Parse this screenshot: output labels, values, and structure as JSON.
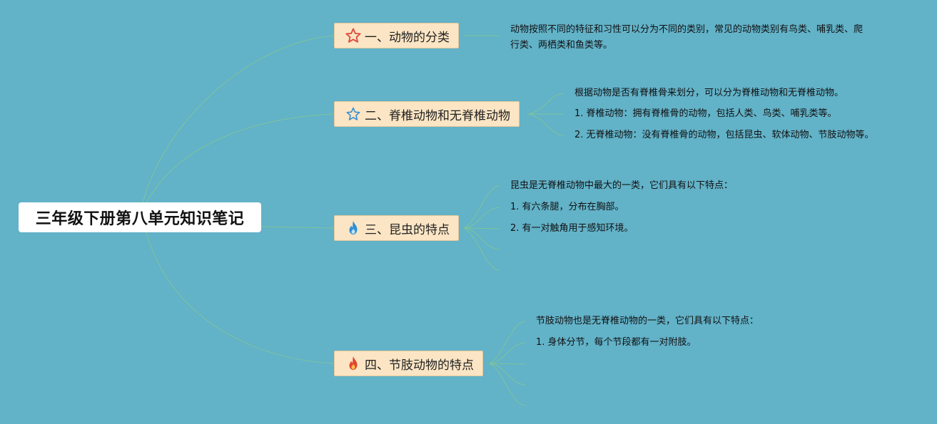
{
  "root": {
    "title": "三年级下册第八单元知识笔记"
  },
  "colors": {
    "background": "#62b2c8",
    "topic_fill": "#fbe5c4",
    "link": "#7ec59a"
  },
  "branches": [
    {
      "title": "一、动物的分类",
      "icon": "star-outline-red-icon",
      "items": [
        "动物按照不同的特征和习性可以分为不同的类别，常见的动物类别有鸟类、哺乳类、爬行类、两栖类和鱼类等。"
      ]
    },
    {
      "title": "二、脊椎动物和无脊椎动物",
      "icon": "star-outline-blue-icon",
      "items": [
        "根据动物是否有脊椎骨来划分，可以分为脊椎动物和无脊椎动物。",
        "1. 脊椎动物：拥有脊椎骨的动物，包括人类、鸟类、哺乳类等。",
        "2. 无脊椎动物：没有脊椎骨的动物，包括昆虫、软体动物、节肢动物等。"
      ]
    },
    {
      "title": "三、昆虫的特点",
      "icon": "flame-blue-icon",
      "items": [
        "昆虫是无脊椎动物中最大的一类，它们具有以下特点：",
        "1. 有六条腿，分布在胸部。",
        "2. 有一对触角用于感知环境。"
      ]
    },
    {
      "title": "四、节肢动物的特点",
      "icon": "flame-red-icon",
      "items": [
        "节肢动物也是无脊椎动物的一类，它们具有以下特点：",
        "1. 身体分节，每个节段都有一对附肢。"
      ]
    }
  ]
}
